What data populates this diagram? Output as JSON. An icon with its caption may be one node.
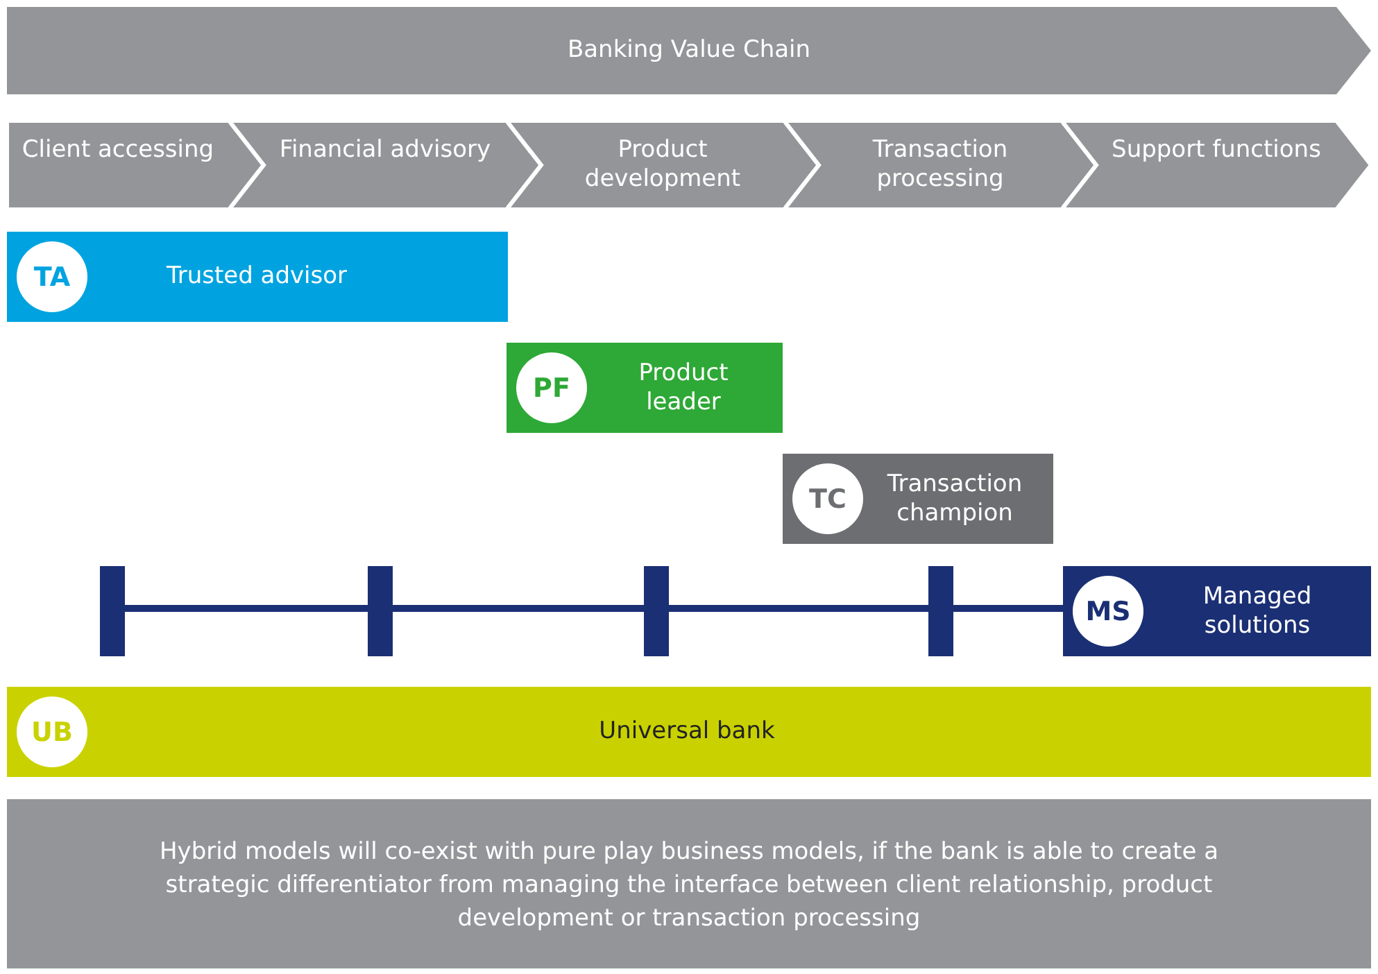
{
  "diagram": {
    "nodes": [
      {
        "text": [
          "Banking Value Chain"
        ]
      },
      {
        "text": [
          "Client accessing"
        ]
      },
      {
        "text": [
          "Financial advisory"
        ]
      },
      {
        "text": [
          "Product development"
        ]
      },
      {
        "text": [
          "Transaction processing"
        ]
      },
      {
        "text": [
          "Support functions"
        ]
      },
      {
        "text": [
          "Trusted advisor"
        ]
      },
      {
        "text": [
          "TA"
        ],
        "in": 6
      },
      {
        "text": [
          "Product leader"
        ]
      },
      {
        "text": [
          "PF"
        ],
        "in": 8
      },
      {
        "text": [
          "Transaction champion"
        ]
      },
      {
        "text": [
          "TC"
        ],
        "in": 10
      },
      {
        "text": [
          "Managed solutions"
        ]
      },
      {
        "text": [
          "MS"
        ],
        "in": 12
      },
      {
        "text": [
          "Universal bank"
        ]
      },
      {
        "text": [
          "UB"
        ],
        "in": 14
      },
      {
        "text": [
          "Hybrid models will co-exist with pure play business models, if the bank is able to create a strategic differentiator from managing the interface between client relationship, product development or transaction processing"
        ]
      }
    ],
    "edges": []
  }
}
